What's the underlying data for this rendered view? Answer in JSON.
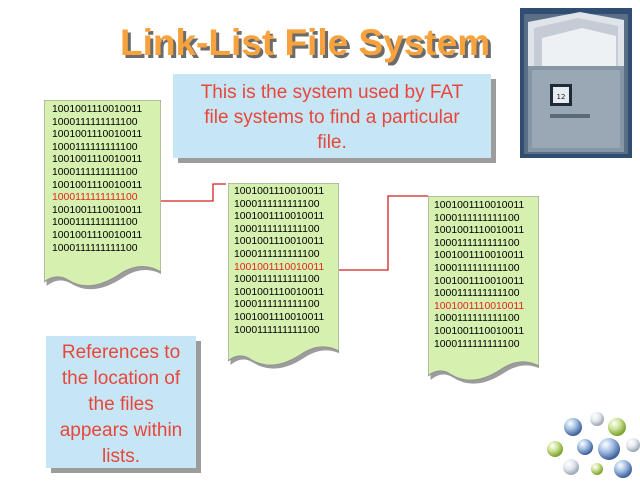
{
  "title": "Link-List File System",
  "callouts": {
    "top": [
      "This is the system used by FAT",
      "file systems to find a particular",
      "file."
    ],
    "bottom": [
      "References to",
      "the location of",
      "the files",
      "appears within",
      "lists."
    ]
  },
  "lists": [
    {
      "lines": [
        "1001001110010011",
        "1000111111111100",
        "1001001110010011",
        "1000111111111100",
        "1001001110010011",
        "1000111111111100",
        "1001001110010011",
        "1000111111111100",
        "1001001110010011",
        "1000111111111100",
        "1001001110010011",
        "1000111111111100"
      ],
      "highlight_index": 7
    },
    {
      "lines": [
        "1001001110010011",
        "1000111111111100",
        "1001001110010011",
        "1000111111111100",
        "1001001110010011",
        "1000111111111100",
        "1001001110010011",
        "1000111111111100",
        "1001001110010011",
        "1000111111111100",
        "1001001110010011",
        "1000111111111100"
      ],
      "highlight_index": 6
    },
    {
      "lines": [
        "1001001110010011",
        "1000111111111100",
        "1001001110010011",
        "1000111111111100",
        "1001001110010011",
        "1000111111111100",
        "1001001110010011",
        "1000111111111100",
        "1001001110010011",
        "1000111111111100",
        "1001001110010011",
        "1000111111111100"
      ],
      "highlight_index": 8
    }
  ],
  "colors": {
    "title": "#f7a23c",
    "callout_bg": "#c6e6f6",
    "callout_text": "#e8463a",
    "doc_bg": "#d6f0b0",
    "highlight": "#e4241c",
    "connector": "#d42020"
  },
  "icons": [
    "file-cabinet-icon",
    "decorative-orbs-icon"
  ]
}
